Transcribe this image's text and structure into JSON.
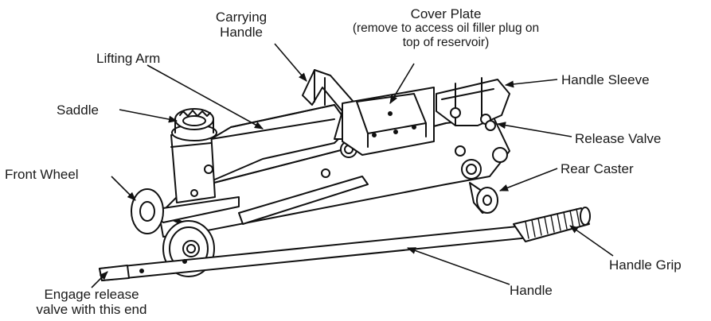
{
  "labels": {
    "carrying_handle": [
      "Carrying",
      "Handle"
    ],
    "cover_plate_title": "Cover Plate",
    "cover_plate_note": [
      "(remove to access oil filler plug on",
      "top of reservoir)"
    ],
    "lifting_arm": "Lifting Arm",
    "handle_sleeve": "Handle Sleeve",
    "saddle": "Saddle",
    "release_valve": "Release Valve",
    "front_wheel": "Front Wheel",
    "rear_caster": "Rear Caster",
    "handle_grip": "Handle Grip",
    "handle": "Handle",
    "engage_release": [
      "Engage release",
      "valve with this end"
    ]
  }
}
